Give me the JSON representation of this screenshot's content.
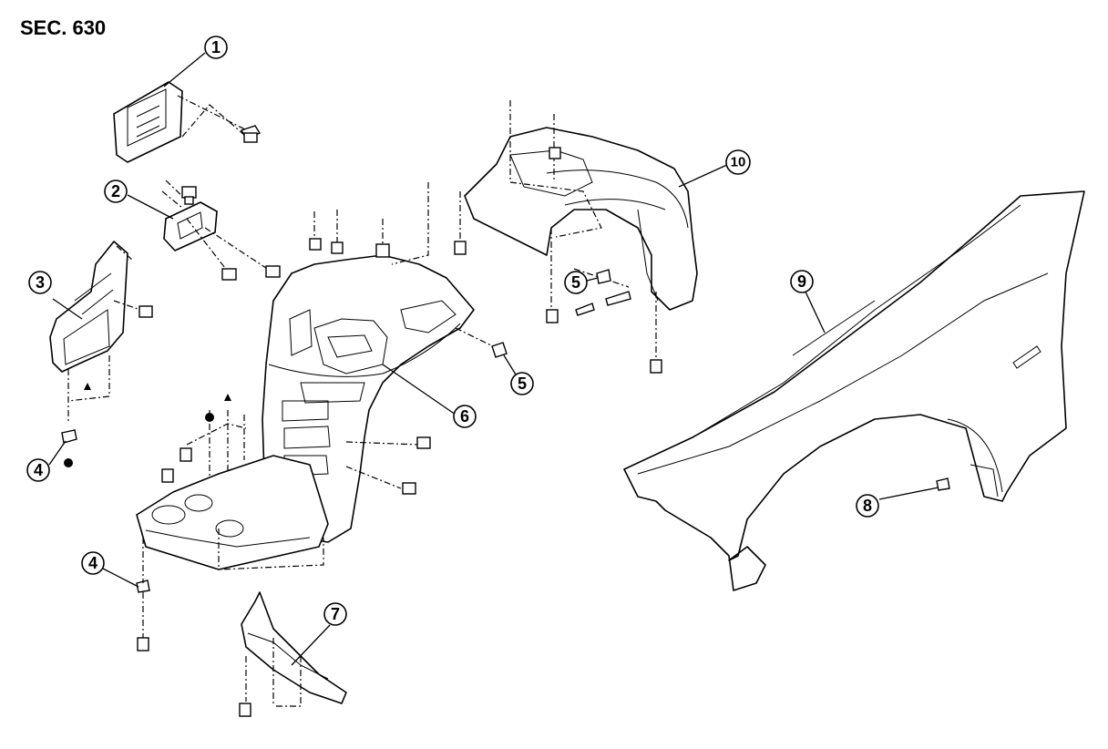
{
  "diagram": {
    "section_label": "SEC. 630",
    "callouts": [
      {
        "id": "c1",
        "label": "1"
      },
      {
        "id": "c2",
        "label": "2"
      },
      {
        "id": "c3",
        "label": "3"
      },
      {
        "id": "c4a",
        "label": "4"
      },
      {
        "id": "c4b",
        "label": "4"
      },
      {
        "id": "c5a",
        "label": "5"
      },
      {
        "id": "c5b",
        "label": "5"
      },
      {
        "id": "c6",
        "label": "6"
      },
      {
        "id": "c7",
        "label": "7"
      },
      {
        "id": "c8",
        "label": "8"
      },
      {
        "id": "c9",
        "label": "9"
      },
      {
        "id": "c10",
        "label": "10"
      }
    ]
  }
}
